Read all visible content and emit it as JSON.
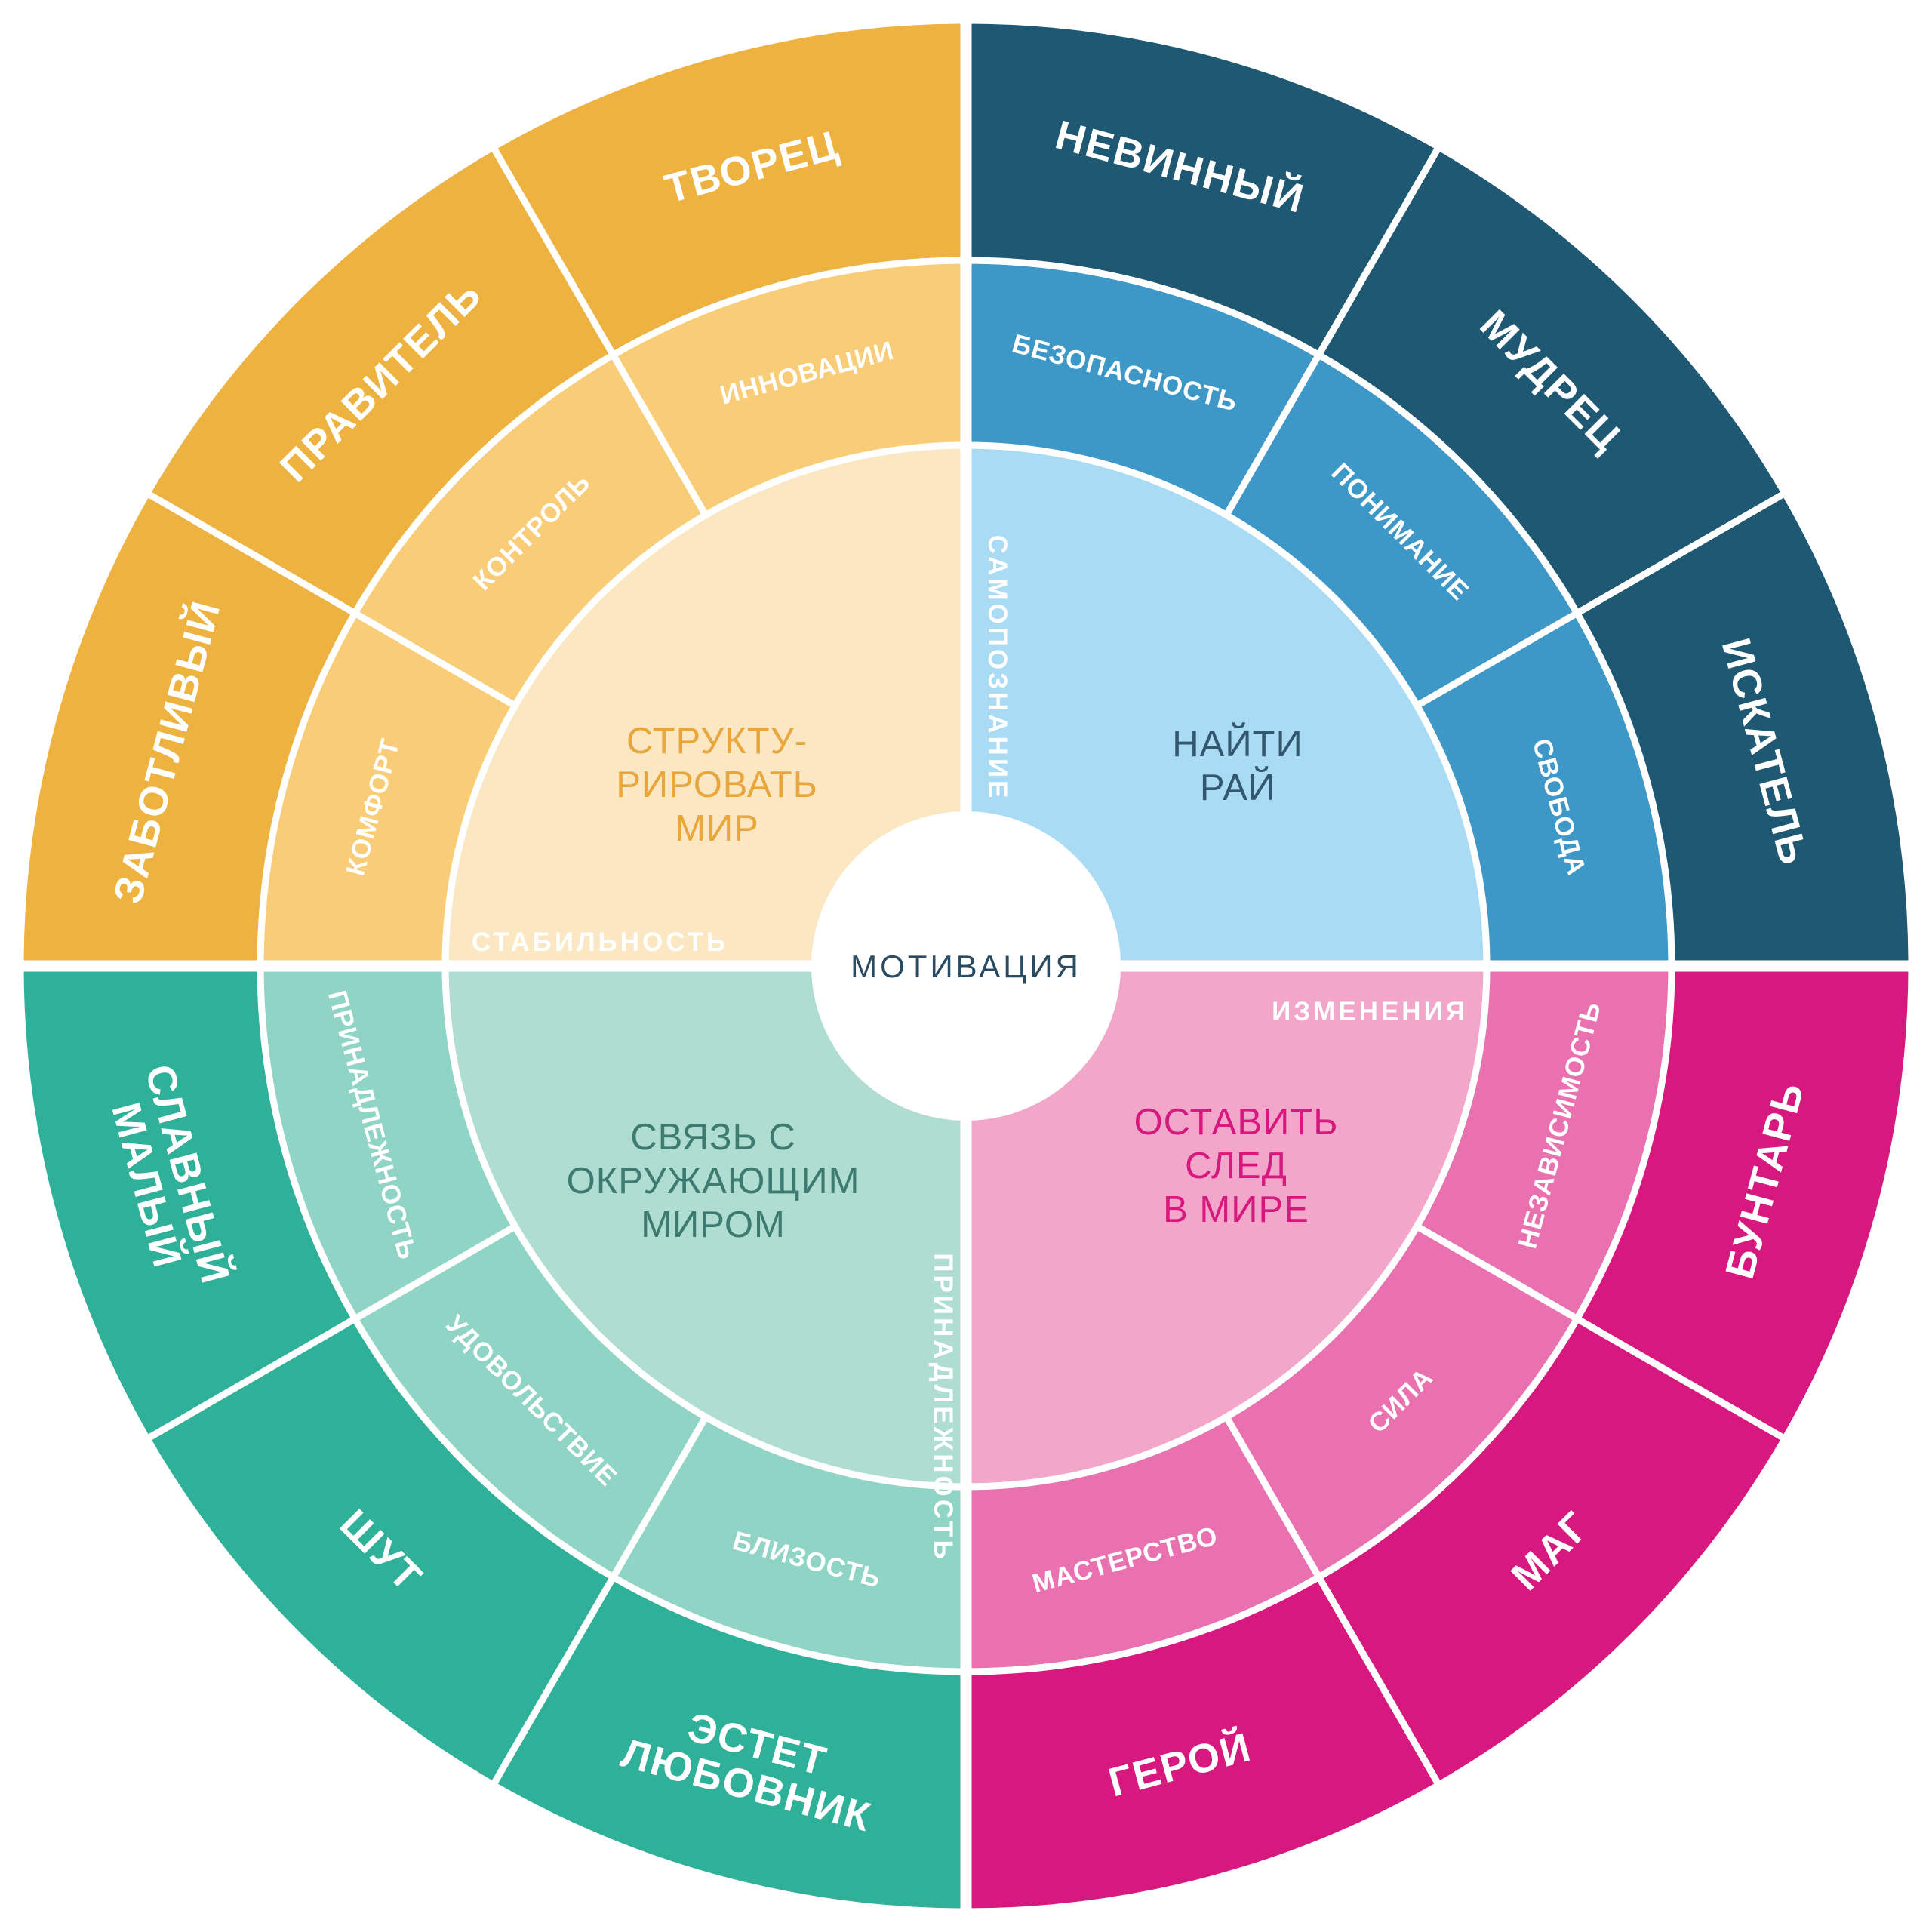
{
  "center": {
    "label": "МОТИВАЦИЯ"
  },
  "quadrants": [
    {
      "id": "find-paradise",
      "start_angle": 0,
      "colors": {
        "outer": "#1F5873",
        "middle": "#3E98C7",
        "inner": "#A9DCF4",
        "goal_text": "#33576E"
      },
      "goal_lines": [
        "НАЙТИ",
        "РАЙ"
      ],
      "axis_label": "САМОПОЗНАНИЕ",
      "values": [
        "БЕЗОПАСНОСТЬ",
        "ПОНИМАНИЕ",
        "СВОБОДА"
      ],
      "archetypes": [
        [
          "НЕВИННЫЙ"
        ],
        [
          "МУДРЕЦ"
        ],
        [
          "ИСКАТЕЛЬ"
        ]
      ]
    },
    {
      "id": "leave-mark",
      "start_angle": 90,
      "colors": {
        "outer": "#D6187F",
        "middle": "#E971B0",
        "inner": "#F2A7CA",
        "goal_text": "#D6187F"
      },
      "goal_lines": [
        "ОСТАВИТЬ",
        "СЛЕД",
        "В МИРЕ"
      ],
      "axis_label": "ИЗМЕНЕНИЯ",
      "values": [
        "НЕЗАВИСИМОСТЬ",
        "СИЛА",
        "МАСТЕРСТВО"
      ],
      "archetypes": [
        [
          "БУНТАРЬ"
        ],
        [
          "МАГ"
        ],
        [
          "ГЕРОЙ"
        ]
      ]
    },
    {
      "id": "connection",
      "start_angle": 180,
      "colors": {
        "outer": "#2FB098",
        "middle": "#8FD4C4",
        "inner": "#B0DDD2",
        "goal_text": "#3D7A70"
      },
      "goal_lines": [
        "СВЯЗЬ С",
        "ОКРУЖАЮЩИМ",
        "МИРОМ"
      ],
      "axis_label": "ПРИНАДЛЕЖНОСТЬ",
      "values": [
        "БЛИЗОСТЬ",
        "УДОВОЛЬСТВИЕ",
        "ПРИНАДЛЕЖНОСТЬ"
      ],
      "archetypes": [
        [
          "ЭСТЕТ",
          "ЛЮБОВНИК"
        ],
        [
          "ШУТ"
        ],
        [
          "СЛАВНЫЙ",
          "МАЛЫЙ"
        ]
      ]
    },
    {
      "id": "structure-world",
      "start_angle": 270,
      "colors": {
        "outer": "#EDB23F",
        "middle": "#F9CD78",
        "inner": "#FBE8C2",
        "goal_text": "#E9A63C"
      },
      "goal_lines": [
        "СТРУКТУ-",
        "РИРОВАТЬ",
        "МИР"
      ],
      "axis_label": "СТАБИЛЬНОСТЬ",
      "values": [
        "КОМФОРТ",
        "КОНТРОЛЬ",
        "ИННОВАЦИИ"
      ],
      "archetypes": [
        [
          "ЗАБОТЛИВЫЙ"
        ],
        [
          "ПРАВИТЕЛЬ"
        ],
        [
          "ТВОРЕЦ"
        ]
      ]
    }
  ]
}
